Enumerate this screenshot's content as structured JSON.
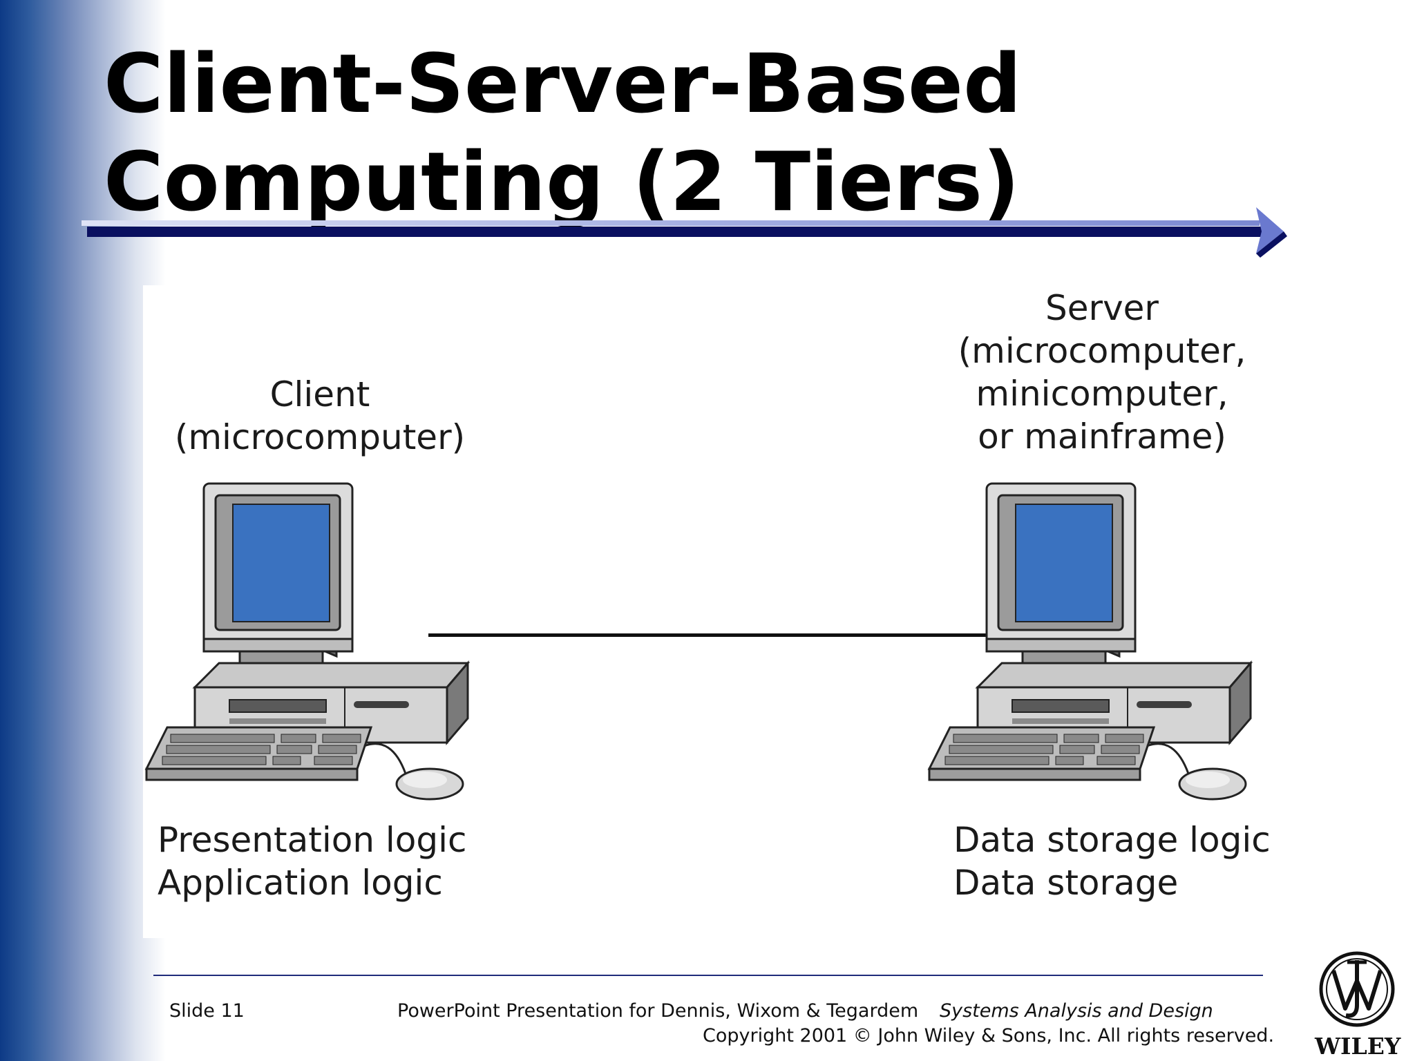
{
  "slide": {
    "title_lines": [
      "Client-Server-Based",
      "Computing (2 Tiers)"
    ]
  },
  "diagram": {
    "client": {
      "heading": [
        "Client",
        "(microcomputer)"
      ],
      "responsibilities": [
        "Presentation logic",
        "Application logic"
      ]
    },
    "server": {
      "heading": [
        "Server",
        "(microcomputer,",
        "minicomputer,",
        "or mainframe)"
      ],
      "responsibilities": [
        "Data storage logic",
        "Data storage"
      ]
    }
  },
  "footer": {
    "slide_number": "Slide 11",
    "presentation_credit": "PowerPoint Presentation for Dennis, Wixom & Tegardem",
    "book_title": "Systems Analysis and Design",
    "copyright": "Copyright 2001 © John Wiley & Sons, Inc.  All rights reserved.",
    "publisher_logo_text": "WILEY"
  },
  "colors": {
    "sidebar_dark": "#0d3a86",
    "title_rule_dark": "#0a1060",
    "title_rule_light": "#9aa6dd",
    "screen_blue": "#3a72c0",
    "footer_rule": "#1f2a7a"
  },
  "icons": [
    "title-arrow-icon",
    "client-computer-icon",
    "server-computer-icon",
    "wiley-logo-icon"
  ]
}
